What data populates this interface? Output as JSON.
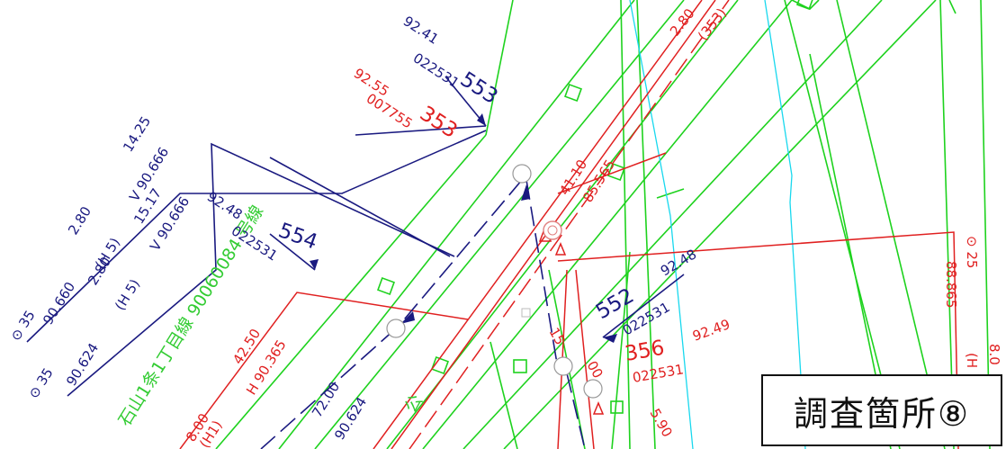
{
  "title": "調査箇所⑧",
  "colors": {
    "road_lines": "#1ed21e",
    "parcel_lines": "#e02020",
    "survey_lines": "#1a1a80",
    "boundary_line": "#18d8ee"
  },
  "street_name": "石山1条1丁目線 90060084 号線",
  "street_fragment": "公",
  "points": {
    "p553": {
      "number": "553",
      "code": "022531",
      "value": "92.41"
    },
    "p353": {
      "number": "353",
      "code": "007755",
      "value": "92.55"
    },
    "p554": {
      "number": "554",
      "code": "022531",
      "value": "92.48"
    },
    "p552": {
      "number": "552",
      "code": "022531",
      "value": "92.48"
    },
    "p356": {
      "number": "356",
      "code": "022531",
      "value": "92.49"
    }
  },
  "dims": {
    "d280_top": "2.80",
    "d353_paren": "(353)",
    "d4110": "41.10",
    "d85565": "85.565",
    "d1425": "14.25",
    "v90666_a": "V 90.666",
    "d1517": "15.17",
    "v90666_b": "V 90.666",
    "d280_a": "2.80",
    "h5_a": "(H 5)",
    "d280_b": "2.80",
    "h5_b": "(H 5)",
    "h90660": "90.660",
    "h90624": "90.624",
    "circ35_a": "⊙ 35",
    "circ35_b": "⊙ 35",
    "d4250": "42.50",
    "h90365": "H 90.365",
    "d7200": "72.00",
    "h90624_b": "90.624",
    "d800": "8.00",
    "paren_h1": "(H1)",
    "d15": "15",
    "d00": "00",
    "d590": "5.90",
    "circ25": "⊙ 25",
    "d88865": "88.865",
    "paren_h": "(H",
    "d8_0": "8.0"
  }
}
